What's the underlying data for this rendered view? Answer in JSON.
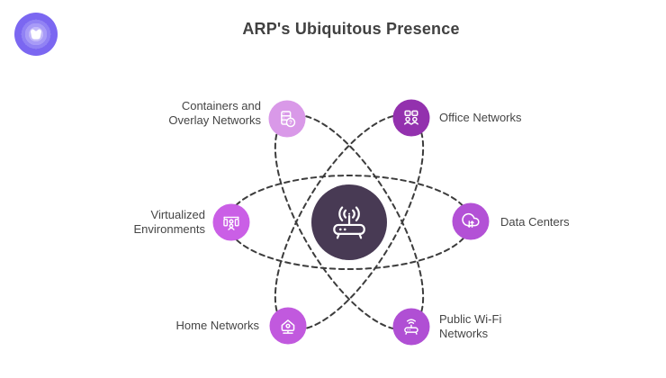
{
  "header": {
    "title": "ARP's Ubiquitous Presence",
    "logo_icon": "crown-logo-icon",
    "logo_colors": {
      "outer": "#7b67f1",
      "mid": "#9182f4",
      "inner": "#a89bf7",
      "glyph": "#ffffff"
    }
  },
  "diagram": {
    "orbit_color": "#3c3c3c",
    "center": {
      "icon": "router-wireless-icon",
      "color": "#483a54",
      "icon_color": "#ffffff"
    },
    "nodes": [
      {
        "id": "containers",
        "label": "Containers and Overlay Networks",
        "icon": "server-question-icon",
        "color": "#d999e8",
        "label_side": "left"
      },
      {
        "id": "office",
        "label": "Office Networks",
        "icon": "people-meeting-icon",
        "color": "#9331ae",
        "label_side": "right"
      },
      {
        "id": "virtualized",
        "label": "Virtualized Environments",
        "icon": "virtual-machine-icon",
        "color": "#ca5fe6",
        "label_side": "left"
      },
      {
        "id": "datacenters",
        "label": "Data Centers",
        "icon": "cloud-sync-icon",
        "color": "#b351d6",
        "label_side": "right"
      },
      {
        "id": "home",
        "label": "Home Networks",
        "icon": "home-network-icon",
        "color": "#c159de",
        "label_side": "left"
      },
      {
        "id": "publicwifi",
        "label": "Public Wi-Fi Networks",
        "icon": "wifi-router-icon",
        "color": "#b04fd4",
        "label_side": "right"
      }
    ]
  }
}
